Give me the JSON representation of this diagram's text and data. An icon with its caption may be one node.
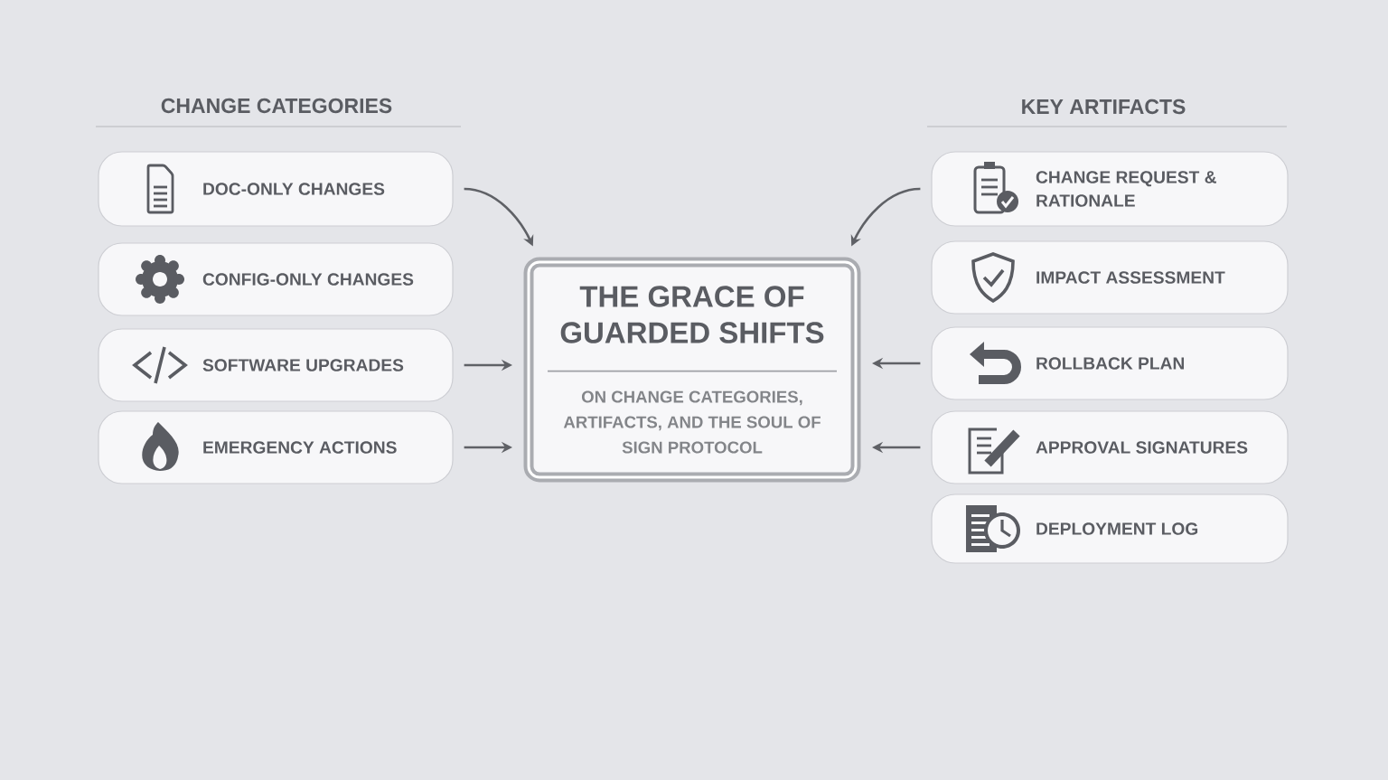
{
  "diagram": {
    "nodes": [
      {
        "text": [
          "DOC-ONLY CHANGES"
        ]
      },
      {
        "text": [
          "CONFIG-ONLY CHANGES"
        ]
      },
      {
        "text": [
          "SOFTWARE UPGRADES"
        ]
      },
      {
        "text": [
          "EMERGENCY ACTIONS"
        ]
      },
      {
        "text": [
          "THE GRACE OF GUARDED SHIFTS",
          "ON CHANGE CATEGORIES, ARTIFACTS, AND THE SOUL OF SIGN PROTOCOL"
        ]
      },
      {
        "text": [
          "CHANGE REQUEST & RATIONALE"
        ]
      },
      {
        "text": [
          "IMPACT ASSESSMENT"
        ]
      },
      {
        "text": [
          "ROLLBACK PLAN"
        ]
      },
      {
        "text": [
          "APPROVAL SIGNATURES"
        ]
      },
      {
        "text": [
          "DEPLOYMENT LOG"
        ]
      }
    ],
    "edges": [
      {
        "from": 0,
        "to": 4,
        "arrow": "to"
      },
      {
        "from": 2,
        "to": 4,
        "arrow": "to"
      },
      {
        "from": 3,
        "to": 4,
        "arrow": "to"
      },
      {
        "from": 5,
        "to": 4,
        "arrow": "to"
      },
      {
        "from": 7,
        "to": 4,
        "arrow": "to"
      },
      {
        "from": 8,
        "to": 4,
        "arrow": "to"
      }
    ],
    "labels": [
      "CHANGE CATEGORIES",
      "KEY ARTIFACTS"
    ]
  }
}
